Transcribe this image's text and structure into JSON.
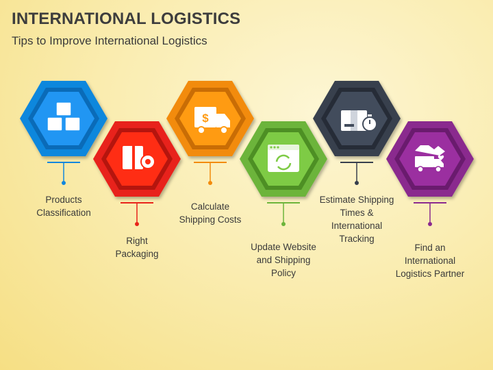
{
  "title": "INTERNATIONAL LOGISTICS",
  "subtitle": "Tips to Improve International Logistics",
  "steps": [
    {
      "label": "Products\nClassification",
      "color": "#1187dd",
      "icon": "boxes-icon"
    },
    {
      "label": "Right\nPackaging",
      "color": "#e8231a",
      "icon": "package-tape-icon"
    },
    {
      "label": "Calculate\nShipping Costs",
      "color": "#f28b0c",
      "icon": "delivery-truck-dollar-icon"
    },
    {
      "label": "Update Website\nand Shipping\nPolicy",
      "color": "#6cb43a",
      "icon": "browser-refresh-icon"
    },
    {
      "label": "Estimate Shipping\nTimes &\nInternational\nTracking",
      "color": "#373f4d",
      "icon": "box-stopwatch-icon"
    },
    {
      "label": "Find an\nInternational\nLogistics Partner",
      "color": "#8a2a8e",
      "icon": "partner-truck-handshake-icon"
    }
  ]
}
